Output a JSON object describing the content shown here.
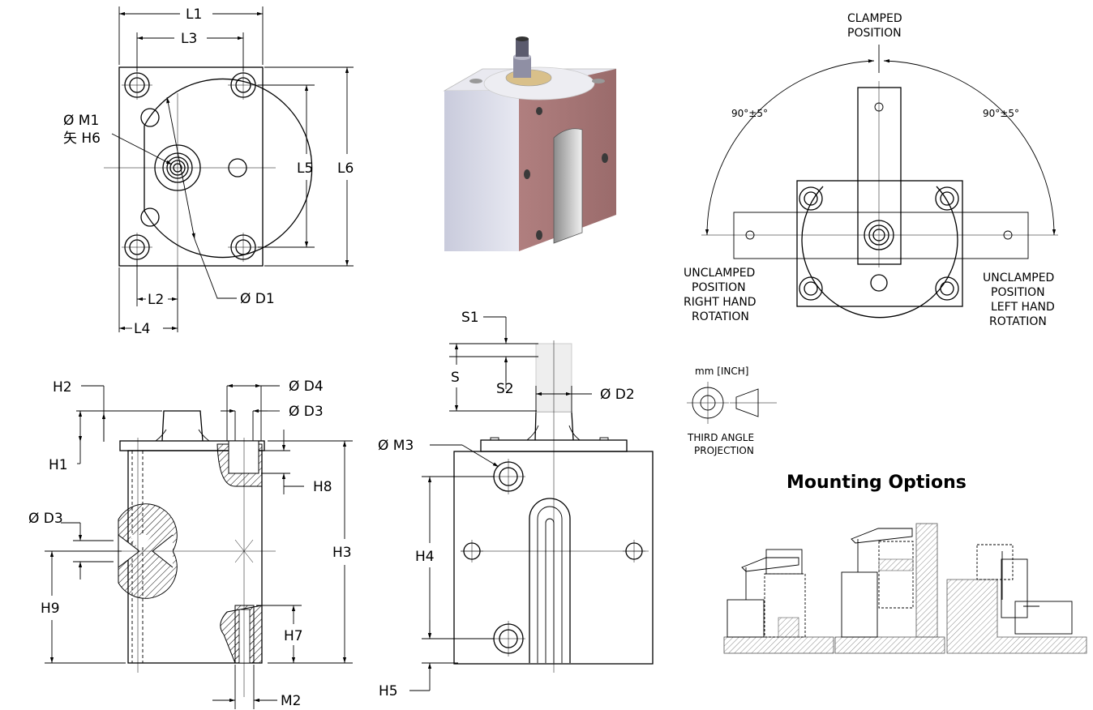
{
  "top_view": {
    "L1": "L1",
    "L2": "L2",
    "L3": "L3",
    "L4": "L4",
    "L5": "L5",
    "L6": "L6",
    "M1": "Ø M1",
    "H6": "⽮ H6",
    "D1": "Ø D1"
  },
  "side_view": {
    "H1": "H1",
    "H2": "H2",
    "H3": "H3",
    "H7": "H7",
    "H8": "H8",
    "H9": "H9",
    "D3a": "Ø D3",
    "D3b": "Ø D3",
    "D4": "Ø D4",
    "M2": "M2"
  },
  "front_view": {
    "S": "S",
    "S1": "S1",
    "S2": "S2",
    "D2": "Ø D2",
    "M3": "Ø M3",
    "H4": "H4",
    "H5": "H5"
  },
  "rotation_view": {
    "clamped": [
      "CLAMPED",
      "POSITION"
    ],
    "angle_left": "90°±5°",
    "angle_right": "90°±5°",
    "unclamped_right": [
      "UNCLAMPED",
      "POSITION",
      "RIGHT HAND",
      "ROTATION"
    ],
    "unclamped_left": [
      "UNCLAMPED",
      "POSITION",
      "LEFT HAND",
      "ROTATION"
    ]
  },
  "projection": {
    "units": "mm [INCH]",
    "caption": [
      "THIRD ANGLE",
      "PROJECTION"
    ]
  },
  "mounting": {
    "title": "Mounting Options"
  },
  "colors": {
    "block_side": "#d9dbe8",
    "block_face": "#a97a7a",
    "hatch": "#000000"
  }
}
